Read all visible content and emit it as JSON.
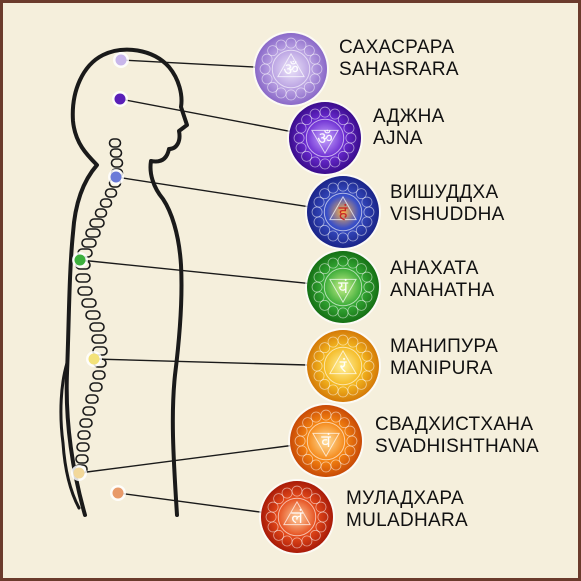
{
  "chakras": [
    {
      "label_ru": "САХАСРАРА",
      "label_en": "SAHASRARA",
      "color": "#a98ad6",
      "dot_color": "#c8b6ea",
      "glyph": "ॐ"
    },
    {
      "label_ru": "АДЖНА",
      "label_en": "AJNA",
      "color": "#5a1fb8",
      "dot_color": "#5a1fb8",
      "glyph": "ॐ"
    },
    {
      "label_ru": "ВИШУДДХА",
      "label_en": "VISHUDDHA",
      "color": "#2d3fb0",
      "dot_color": "#6a7ad8",
      "glyph": "हं"
    },
    {
      "label_ru": "АНАХАТА",
      "label_en": "ANAHATHA",
      "color": "#2ea02e",
      "dot_color": "#3db03d",
      "glyph": "यं"
    },
    {
      "label_ru": "МАНИПУРА",
      "label_en": "MANIPURA",
      "color": "#f0b21a",
      "dot_color": "#f3e27a",
      "glyph": "रं"
    },
    {
      "label_ru": "СВАДХИСТХАНА",
      "label_en": "SVADHISHTHANA",
      "color": "#f07a12",
      "dot_color": "#f2d89a",
      "glyph": "वं"
    },
    {
      "label_ru": "МУЛАДХАРА",
      "label_en": "MULADHARA",
      "color": "#e2421a",
      "dot_color": "#e89a6a",
      "glyph": "लं"
    }
  ]
}
